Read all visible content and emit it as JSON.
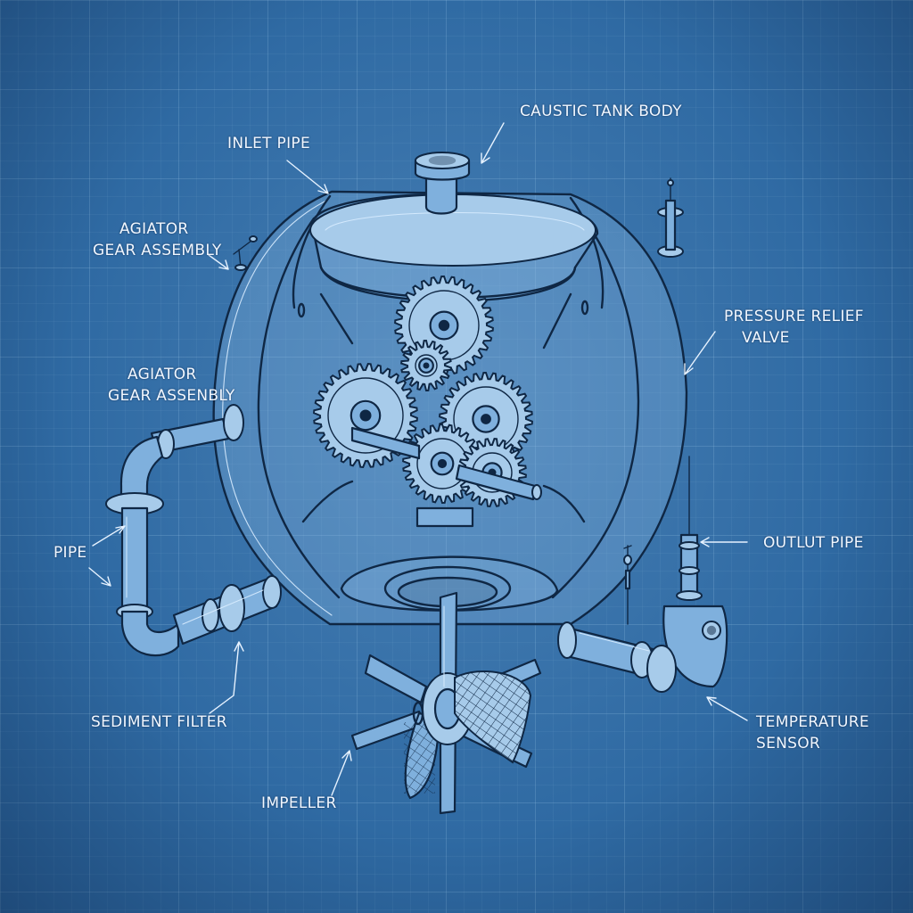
{
  "labels": {
    "caustic_tank_body": "CAUSTIC TANK BODY",
    "inlet_pipe": "INLET PIPE",
    "agitator_gear_top": [
      "AGIATOR",
      "GEAR ASSEMBLY"
    ],
    "agitator_gear_mid": [
      "AGIATOR",
      "GEAR ASSENBLY"
    ],
    "pressure_relief_valve": [
      "PRESSURE RELIEF",
      "VALVE"
    ],
    "outlet_pipe": "OUTLUT PIPE",
    "pipe": "PIPE",
    "sediment_filter": "SEDIMENT FILTER",
    "impeller": "IMPELLER",
    "temperature_sensor": [
      "TEMPERATURE",
      "SENSOR"
    ]
  },
  "colors": {
    "background": "#2f6aa3",
    "ink": "#0f2744",
    "highlight": "#d8ecff",
    "text": "#f1f7ff"
  }
}
